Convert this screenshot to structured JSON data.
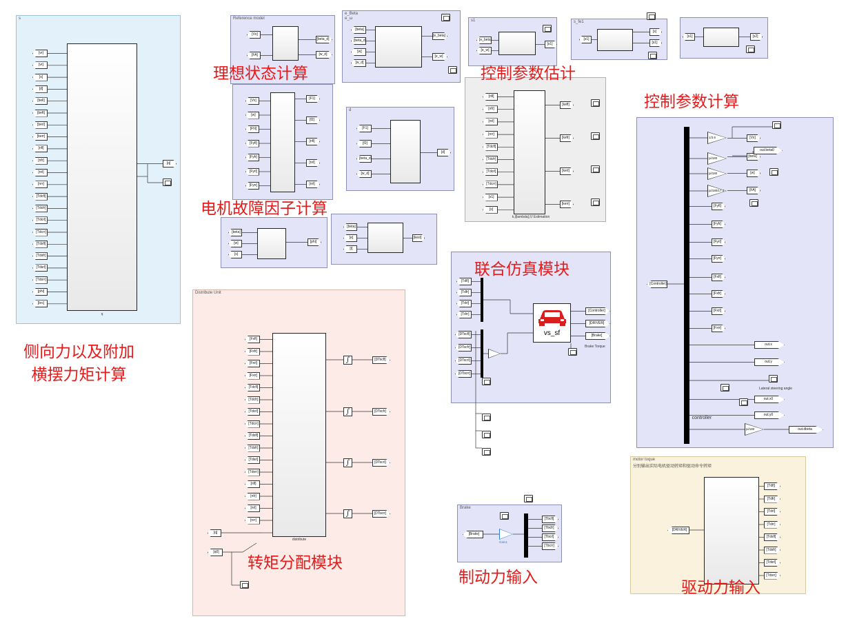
{
  "areas": {
    "reference_model": "Reference model",
    "e_beta": "e_Beta",
    "e_omega": "e_ω",
    "s1": "s1",
    "s_fe1": "s_fe1",
    "distribute_unit": "Distribute Unit",
    "brake": "Brake",
    "motor_torque": "motor toque",
    "motor_torque_sub": "分别输出实际电机驱动转矩和驱动命令转矩"
  },
  "annotations": {
    "ideal_state": "理想状态计算",
    "control_param_estimate": "控制参数估计",
    "control_param_calc": "控制参数计算",
    "motor_fault_factor": "电机故障因子计算",
    "cosim_module": "联合仿真模块",
    "lateral_force": "侧向力以及附加\n横摆力矩计算",
    "torque_distribution": "转矩分配模块",
    "brake_input": "制动力输入",
    "drive_input": "驱动力输入"
  },
  "blocks": {
    "q_block": "q",
    "estimation": "k,l[lambda],f,f Estimation",
    "distribute": "distribute",
    "vs_sf": "vs_sf",
    "brake_torque": "Brake Torque",
    "controller": "controller",
    "lateral_steering": "Lateral steering angle"
  },
  "tags": {
    "left_inputs": [
      "[vr]",
      "[vr]",
      "[s]",
      "[d]",
      "[bell]",
      "[beft]",
      "[berl]",
      "[berr]",
      "[nfl]",
      "[nfr]",
      "[nrl]",
      "[nrr]",
      "[Tdcfl]",
      "[Tdcfr]",
      "[Tdcrl]",
      "[Tdcrr]",
      "[Tdsfl]",
      "[Tdsfr]",
      "[Tdsrl]",
      "[Tdsrr]",
      "[phi]",
      "[brc]"
    ],
    "q_outputs": [
      "[q]"
    ],
    "ref_inputs": [
      "[Vx]",
      "[FA]"
    ],
    "ref_outputs": [
      "[beta_d]",
      "[w_d]"
    ],
    "fy_inputs": [
      "[Vx]",
      "[w]",
      "[FN]",
      "[Fyfl]",
      "[Fyfr]",
      "[Fyrl]",
      "[Fyrr]"
    ],
    "fy_outputs": [
      "[F1]",
      "[f2]",
      "[nfl]",
      "[nrl]",
      "[nrl]"
    ],
    "phi_inputs": [
      "[beta]",
      "[w]",
      "[s]"
    ],
    "phi_outputs": [
      "[phi]"
    ],
    "ebeta_inputs": [
      "[beta]",
      "[beta_d]",
      "[w]",
      "[w_d]"
    ],
    "ebeta_outputs": [
      "[e_beta]",
      "[e_w]"
    ],
    "d_inputs": [
      "[F1]",
      "[f2]",
      "[beta_d]",
      "[w_d]"
    ],
    "d_outputs": [
      "[d]"
    ],
    "kest_inputs": [
      "[beta]",
      "[e]",
      "[t]"
    ],
    "kest_outputs": [
      "[kest]"
    ],
    "s1_inputs": [
      "[e_beta]",
      "[e_w]"
    ],
    "s1_outputs": [
      "[s1]"
    ],
    "sfe1_inputs": [
      "[s1]"
    ],
    "sfe1_outputs": [
      "[s]",
      "[s1]"
    ],
    "sfe2_inputs": [
      "[s1]"
    ],
    "sfe2_outputs": [
      "[s2]"
    ],
    "est_inputs": [
      "[nfl]",
      "[nfr]",
      "[nrl]",
      "[nrr]",
      "[Tdcfl]",
      "[Tdcfr]",
      "[Tdcrl]",
      "[Tdcrr]",
      "[s1]",
      "[s]"
    ],
    "est_outputs": [
      "[kefl]",
      "[kefr]",
      "[kerl]",
      "[kerr]"
    ],
    "ctrl_outputs": [
      "[Vx]",
      "[beta]",
      "[w]",
      "[FA]",
      "[Fyfl]",
      "[Fyfr]",
      "[Fyrl]",
      "[Fyrr]",
      "[Fxfl]",
      "[Fxfr]",
      "[Fxrl]",
      "[Fxrr]"
    ],
    "ctrl_other": [
      "out.beta0",
      "out.x",
      "out.y",
      "out.x0",
      "out.y0",
      "out.dbeta"
    ],
    "ctrl_input": "[Controller]",
    "cosim_inputs_a": [
      "[Tdfl]",
      "[Tdfr]",
      "[Tdrl]",
      "[Tdrr]"
    ],
    "cosim_inputs_b": [
      "[DTscfl]",
      "[DTscfr]",
      "[DTscrl]",
      "[DTscrr]"
    ],
    "cosim_outputs": [
      "[Controller]",
      "[DRIVER]",
      "[Brake]"
    ],
    "dist_inputs": [
      "[Fxfl]",
      "[Fxfr]",
      "[Fxrl]",
      "[Fxrr]",
      "[Tdcfl]",
      "[Tdcfr]",
      "[Tdcrl]",
      "[Tdcrr]",
      "[Tdsfl]",
      "[Tdsfr]",
      "[Tdsrl]",
      "[Tdsrr]",
      "[nfl]",
      "[nfr]",
      "[nrl]",
      "[nrr]"
    ],
    "dist_outputs": [
      "[DTscfl]",
      "[DTscfr]",
      "[DTscrl]",
      "[DTscrr]"
    ],
    "dist_switch": [
      "[q]",
      "[q0]"
    ],
    "brake_input": "[Brake]",
    "brake_outputs": [
      "[Tbcfl]",
      "[Tbcfr]",
      "[Tbcrl]",
      "[Tbcrr]"
    ],
    "drive_input": "[DRIVER]",
    "drive_outputs": [
      "[Tdfl]",
      "[Tdfr]",
      "[Tdrl]",
      "[Tdrr]",
      "[Tdsfl]",
      "[Tdsfr]",
      "[Tdsrl]",
      "[Tdsrr]"
    ]
  },
  "gains": {
    "ctrl": [
      "1/3.6",
      "pi/180",
      "pi/180",
      "pi/180/17.4",
      "pi/180"
    ],
    "brake": "Gain1"
  },
  "colors": {
    "lavender": "#e4e4f8",
    "light_blue": "#e3f1fb",
    "pink": "#fcebe6",
    "beige": "#fbf2de",
    "annotation_red": "#e51b1b",
    "car_red": "#d91e1e"
  }
}
